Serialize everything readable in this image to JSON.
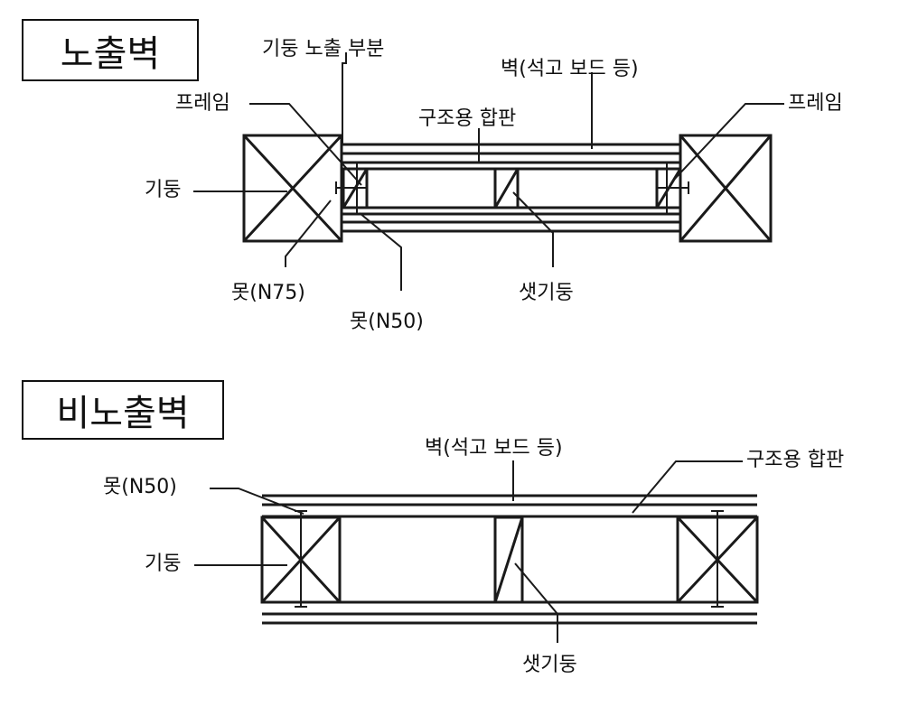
{
  "exposed_wall": {
    "title": "노출벽",
    "labels": {
      "column_exposed_part": "기둥 노출 부분",
      "wall": "벽(석고 보드 등)",
      "frame_left": "프레임",
      "frame_right": "프레임",
      "structural_plywood": "구조용 합판",
      "column": "기둥",
      "nail_n75": "못(N75)",
      "nail_n50": "못(N50)",
      "stud": "샛기둥"
    }
  },
  "nonexposed_wall": {
    "title": "비노출벽",
    "labels": {
      "wall": "벽(석고 보드 등)",
      "structural_plywood": "구조용 합판",
      "nail_n50": "못(N50)",
      "column": "기둥",
      "stud": "샛기둥"
    }
  }
}
